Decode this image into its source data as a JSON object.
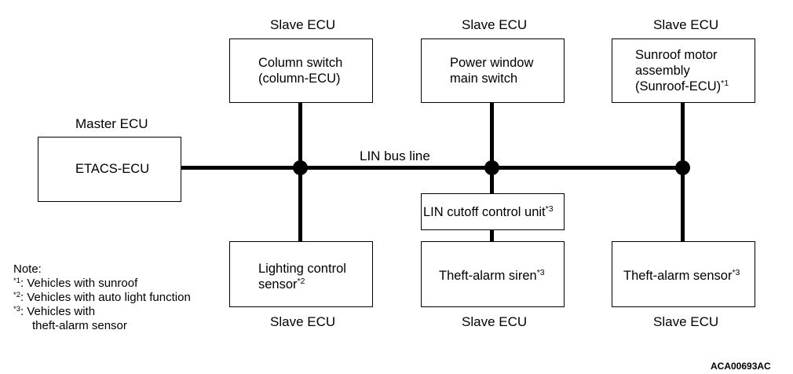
{
  "labels": {
    "master_ecu": "Master ECU",
    "slave_ecu": "Slave ECU",
    "lin_bus_line": "LIN bus line"
  },
  "boxes": {
    "etacs": {
      "line1": "ETACS-ECU"
    },
    "column_switch": {
      "line1": "Column switch",
      "line2": "(column-ECU)"
    },
    "power_window": {
      "line1": "Power window",
      "line2": "main switch"
    },
    "sunroof": {
      "line1": "Sunroof motor",
      "line2": "assembly",
      "line3": "(Sunroof-ECU)",
      "mark": "*1"
    },
    "lighting": {
      "line1": "Lighting control",
      "line2": "sensor",
      "mark": "*2"
    },
    "lin_cutoff": {
      "line1": "LIN cutoff control unit",
      "mark": "*3"
    },
    "theft_siren": {
      "line1": "Theft-alarm siren",
      "mark": "*3"
    },
    "theft_sensor": {
      "line1": "Theft-alarm sensor",
      "mark": "*3"
    }
  },
  "notes": {
    "title": "Note:",
    "items": [
      {
        "mark": "*1",
        "text": ": Vehicles with sunroof"
      },
      {
        "mark": "*2",
        "text": ": Vehicles with auto light function"
      },
      {
        "mark": "*3",
        "text": ": Vehicles with",
        "text2": "theft-alarm sensor"
      }
    ]
  },
  "figure_code": "ACA00693AC"
}
